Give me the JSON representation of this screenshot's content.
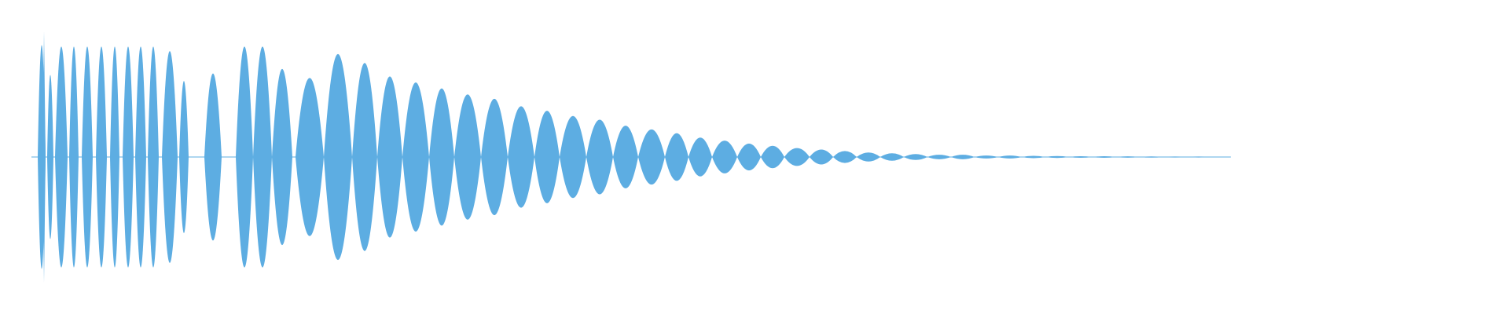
{
  "waveform": {
    "color": "#5DADE2",
    "background": "#FFFFFF",
    "type": "audio-waveform",
    "description_shape": "decaying beating envelope",
    "segments": [
      {
        "lobe_count": 8,
        "peak_amplitude": 1.0,
        "style": "dense-bursts"
      },
      {
        "lobe_count": 40,
        "peak_amplitude": 0.85,
        "decay": "exponential",
        "final_amplitude": 0.01
      }
    ]
  }
}
